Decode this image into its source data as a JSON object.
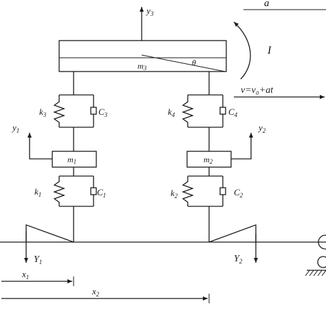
{
  "diagram": {
    "axis_top": {
      "var": "y",
      "sub": "3"
    },
    "accel_label": "a",
    "inertia_label": "I",
    "velocity_label": "v=v₀+at",
    "theta_label": "θ",
    "mass_body": {
      "var": "m",
      "sub": "3"
    },
    "mass_left": {
      "var": "m",
      "sub": "1"
    },
    "mass_right": {
      "var": "m",
      "sub": "2"
    },
    "spring_k1": {
      "var": "k",
      "sub": "1"
    },
    "spring_k2": {
      "var": "k",
      "sub": "2"
    },
    "spring_k3": {
      "var": "k",
      "sub": "3"
    },
    "spring_k4": {
      "var": "k",
      "sub": "4"
    },
    "damper_c1": {
      "var": "C",
      "sub": "1"
    },
    "damper_c2": {
      "var": "C",
      "sub": "2"
    },
    "damper_c3": {
      "var": "C",
      "sub": "3"
    },
    "damper_c4": {
      "var": "C",
      "sub": "4"
    },
    "disp_y1": {
      "var": "y",
      "sub": "1"
    },
    "disp_y2": {
      "var": "y",
      "sub": "2"
    },
    "input_Y1": {
      "var": "Y",
      "sub": "1"
    },
    "input_Y2": {
      "var": "Y",
      "sub": "2"
    },
    "pos_x1": {
      "var": "x",
      "sub": "1"
    },
    "pos_x2": {
      "var": "x",
      "sub": "2"
    }
  }
}
